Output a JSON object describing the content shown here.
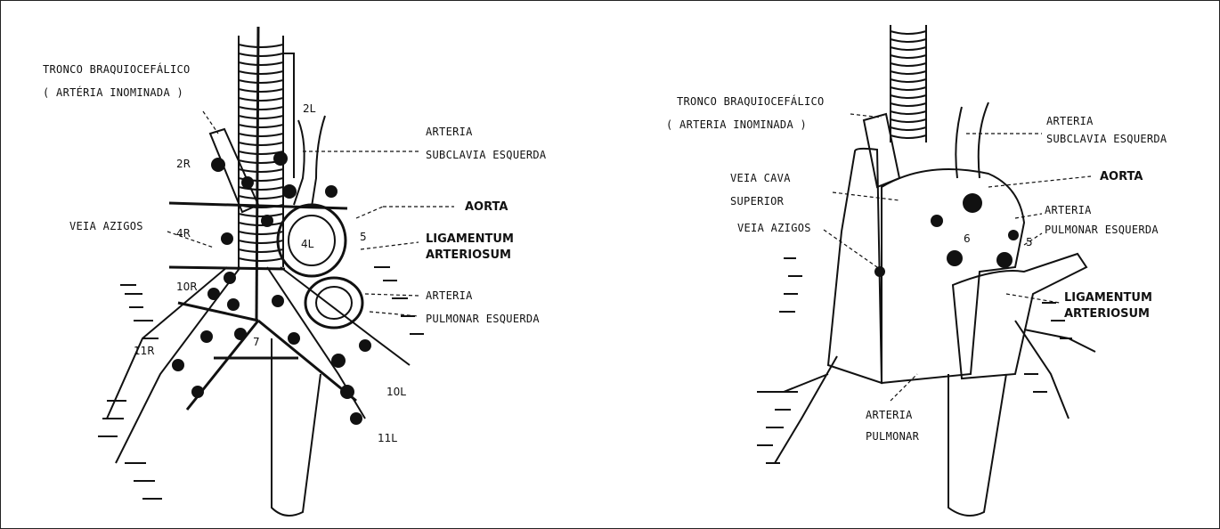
{
  "left_panel": {
    "labels": {
      "tronco": "TRONCO BRAQUIOCEFÁLICO",
      "tronco_sub": "( ARTÉRIA INOMINADA )",
      "arteria_subclavia_1": "ARTERIA",
      "arteria_subclavia_2": "SUBCLAVIA ESQUERDA",
      "aorta": "AORTA",
      "veia_azigos": "VEIA AZIGOS",
      "ligamentum_1": "LIGAMENTUM",
      "ligamentum_2": "ARTERIOSUM",
      "pulmonar_1": "ARTERIA",
      "pulmonar_2": "PULMONAR ESQUERDA"
    },
    "stations": {
      "s2L": "2L",
      "s2R": "2R",
      "s4R": "4R",
      "s4L": "4L",
      "s5": "5",
      "s10R": "10R",
      "s11R": "11R",
      "s7": "7",
      "s10L": "10L",
      "s11L": "11L"
    }
  },
  "right_panel": {
    "labels": {
      "tronco": "TRONCO BRAQUIOCEFÁLICO",
      "tronco_sub": "( ARTERIA INOMINADA )",
      "subclavia_1": "ARTERIA",
      "subclavia_2": "SUBCLAVIA ESQUERDA",
      "aorta": "AORTA",
      "veia_cava_1": "VEIA CAVA",
      "veia_cava_2": "SUPERIOR",
      "pulmonar_esq_1": "ARTERIA",
      "pulmonar_esq_2": "PULMONAR ESQUERDA",
      "veia_azigos": "VEIA AZIGOS",
      "ligamentum_1": "LIGAMENTUM",
      "ligamentum_2": "ARTERIOSUM",
      "art_pulmonar_1": "ARTERIA",
      "art_pulmonar_2": "PULMONAR"
    },
    "stations": {
      "s6": "6",
      "s5": "5"
    }
  },
  "colors": {
    "ink": "#111111",
    "background": "#ffffff"
  }
}
